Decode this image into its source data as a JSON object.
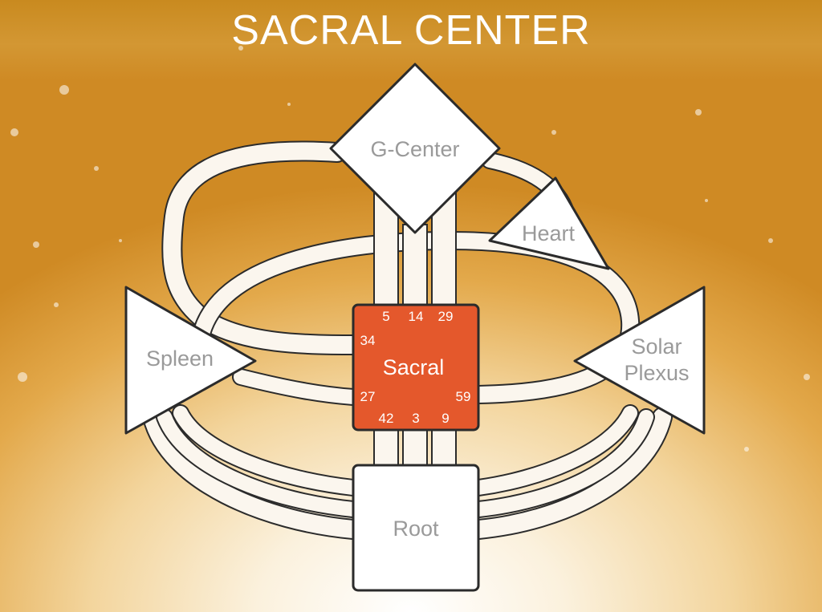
{
  "title": "SACRAL CENTER",
  "centers": {
    "g_center": "G-Center",
    "heart": "Heart",
    "spleen": "Spleen",
    "solar_plexus_line1": "Solar",
    "solar_plexus_line2": "Plexus",
    "sacral": "Sacral",
    "root": "Root"
  },
  "sacral_gates": {
    "top": [
      "5",
      "14",
      "29"
    ],
    "left": [
      "34",
      "27"
    ],
    "right": [
      "59"
    ],
    "bottom": [
      "42",
      "3",
      "9"
    ]
  },
  "colors": {
    "sacral_fill": "#e4582c",
    "center_fill": "#ffffff",
    "outline": "#2b2b2b",
    "title": "#ffffff",
    "background_top": "#cf8a24"
  }
}
